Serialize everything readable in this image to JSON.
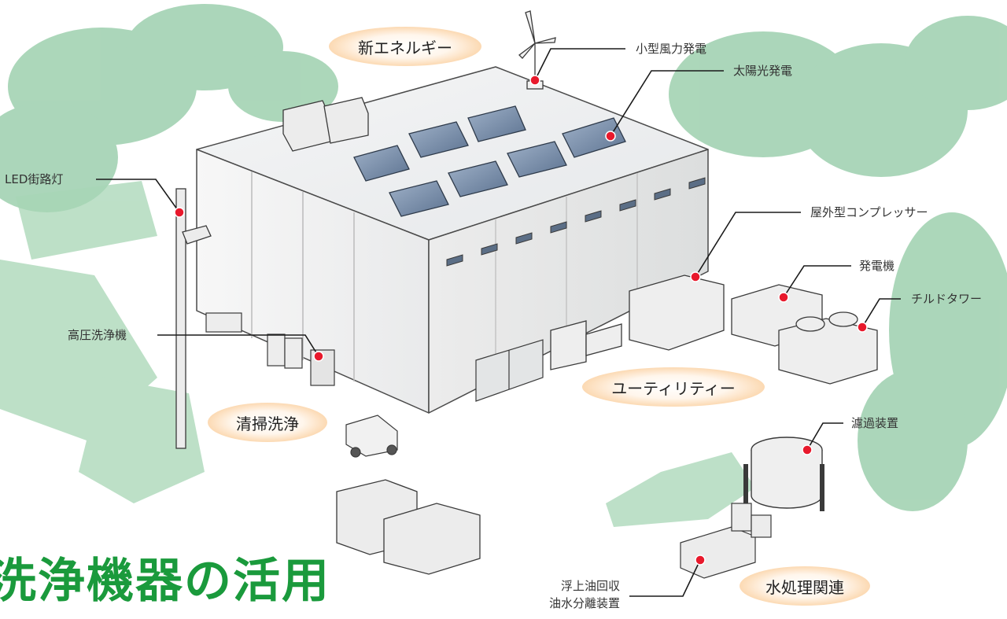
{
  "categories": {
    "new_energy": "新エネルギー",
    "utility": "ユーティリティー",
    "cleaning": "清掃洗浄",
    "water": "水処理関連"
  },
  "callouts": {
    "wind": "小型風力発電",
    "solar": "太陽光発電",
    "led": "LED街路灯",
    "compressor": "屋外型コンプレッサー",
    "generator": "発電機",
    "chilled_tower": "チルドタワー",
    "pressure_washer": "高圧洗浄機",
    "filter": "濾過装置",
    "oil_line1": "浮上油回収",
    "oil_line2": "油水分離装置"
  },
  "heading": "洗浄機器の活用",
  "colors": {
    "accent_green": "#1a9a3c",
    "tree_green": "#8cc8a0",
    "marker_red": "#e8192c",
    "bubble_orange": "#f6b47a"
  }
}
